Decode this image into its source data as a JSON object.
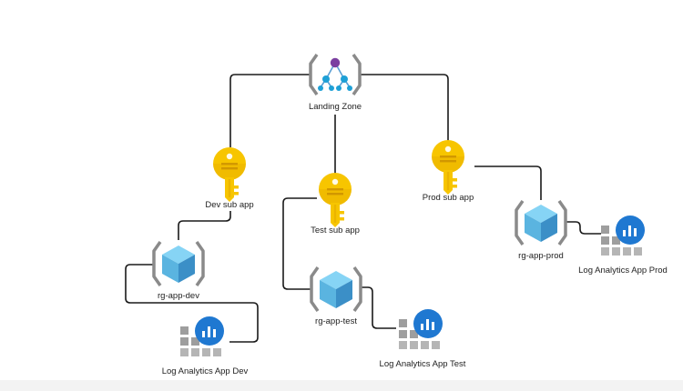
{
  "colors": {
    "connector": "#1a1a1a",
    "key_fill": "#f7c500",
    "key_dark": "#e3a900",
    "cube_light": "#86d4f5",
    "cube_mid": "#5ab4e0",
    "cube_dark": "#3b8fc7",
    "bracket": "#8a8a8a",
    "analytics_blue": "#1f78d1",
    "analytics_gray": "#9e9e9e",
    "mgmt_purple": "#7b3fa0",
    "mgmt_blue": "#1ea0d6"
  },
  "nodes": {
    "landing_zone": {
      "label": "Landing Zone",
      "icon": "management-group-icon"
    },
    "dev_sub": {
      "label": "Dev sub app",
      "icon": "key-icon"
    },
    "test_sub": {
      "label": "Test sub app",
      "icon": "key-icon"
    },
    "prod_sub": {
      "label": "Prod sub app",
      "icon": "key-icon"
    },
    "rg_dev": {
      "label": "rg-app-dev",
      "icon": "resource-group-icon"
    },
    "rg_test": {
      "label": "rg-app-test",
      "icon": "resource-group-icon"
    },
    "rg_prod": {
      "label": "rg-app-prod",
      "icon": "resource-group-icon"
    },
    "la_dev": {
      "label": "Log Analytics App Dev",
      "icon": "log-analytics-icon"
    },
    "la_test": {
      "label": "Log Analytics App Test",
      "icon": "log-analytics-icon"
    },
    "la_prod": {
      "label": "Log Analytics App Prod",
      "icon": "log-analytics-icon"
    }
  }
}
